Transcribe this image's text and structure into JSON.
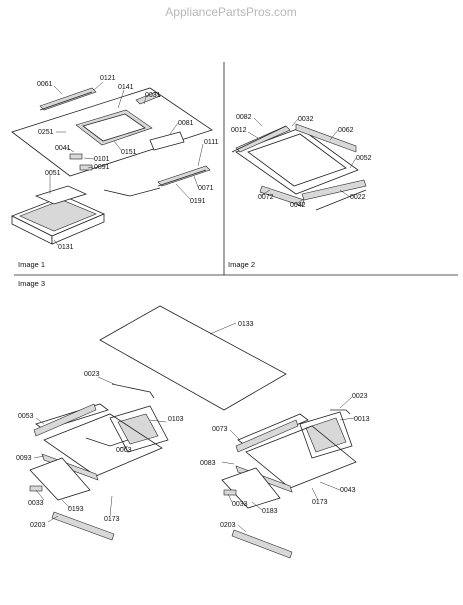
{
  "watermark": "AppliancePartsPros.com",
  "panels": {
    "image1": "Image 1",
    "image2": "Image 2",
    "image3": "Image 3"
  },
  "callouts": {
    "image1": [
      "0061",
      "0121",
      "0141",
      "0031",
      "0251",
      "0081",
      "0041",
      "0101",
      "0151",
      "0091",
      "0111",
      "0051",
      "0071",
      "0191",
      "0131"
    ],
    "image2": [
      "0082",
      "0032",
      "0012",
      "0062",
      "0052",
      "0072",
      "0042",
      "0022"
    ],
    "image3": [
      "0133",
      "0023",
      "0053",
      "0103",
      "0093",
      "0063",
      "0033",
      "0193",
      "0173",
      "0203",
      "0023",
      "0013",
      "0073",
      "0083",
      "0043",
      "0033",
      "0183",
      "0173",
      "0203"
    ]
  }
}
